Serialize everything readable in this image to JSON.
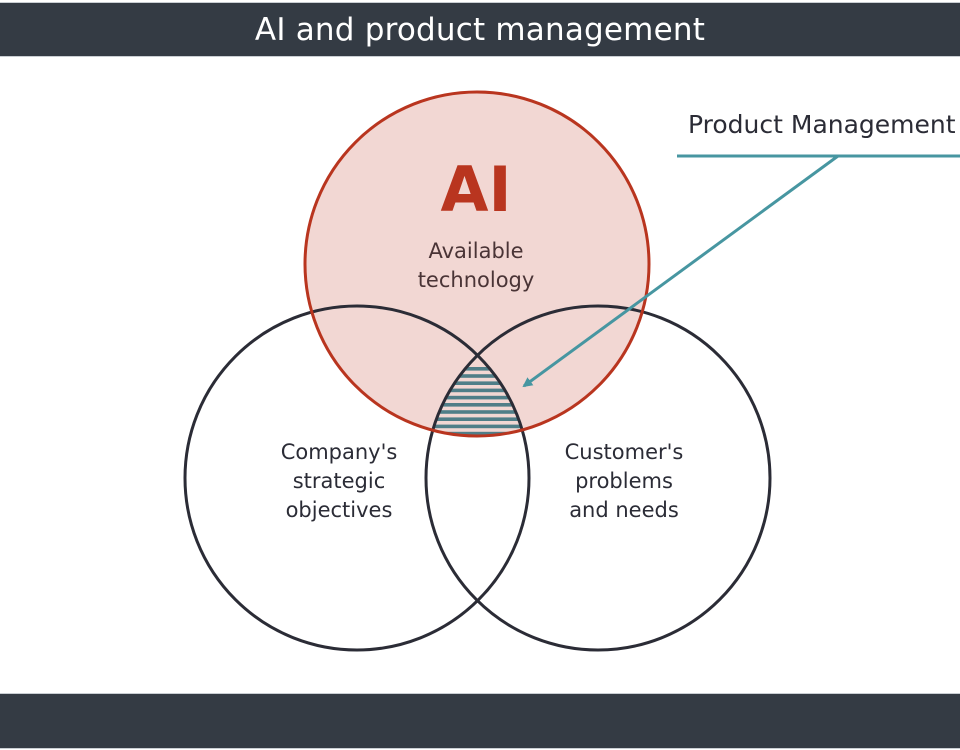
{
  "header": {
    "title": "AI and product management"
  },
  "callout": {
    "label": "Product Management"
  },
  "circles": {
    "ai": {
      "title": "AI",
      "lines": [
        "Available",
        "technology"
      ],
      "stroke": "#b9351f",
      "fill": "#f2d7d3"
    },
    "company": {
      "lines": [
        "Company's",
        "strategic",
        "objectives"
      ],
      "stroke": "#2b2c36"
    },
    "customer": {
      "lines": [
        "Customer's",
        "problems",
        "and needs"
      ],
      "stroke": "#2b2c36"
    }
  },
  "colors": {
    "bar": "#343b44",
    "accent": "#4796a1",
    "text": "#2b2c36",
    "ai_text": "#4a3436",
    "hatch": "#507e88"
  }
}
